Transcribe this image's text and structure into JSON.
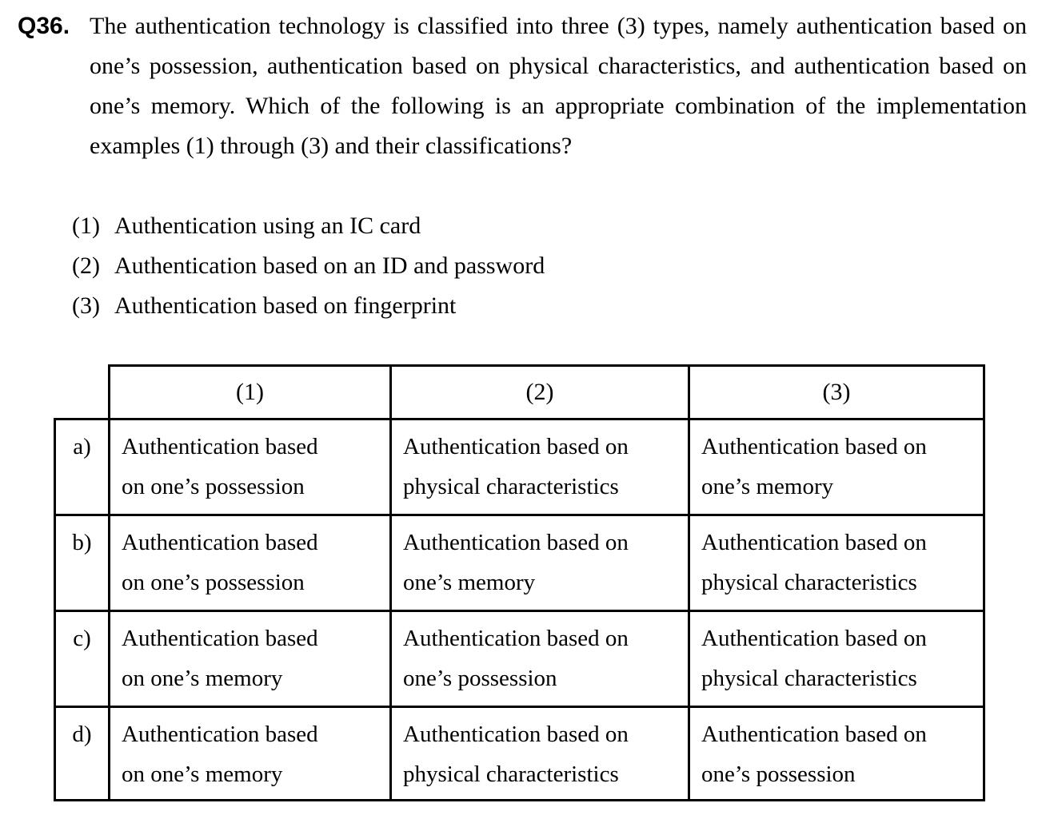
{
  "page": {
    "background": "#ffffff",
    "text_color": "#000000"
  },
  "question": {
    "number": "Q36.",
    "text": "The authentication technology is classified into three (3) types, namely authentication based on one’s possession, authentication based on physical characteristics, and authentication based on one’s memory. Which of the following is an appropriate combination of the implementation examples (1) through (3) and their classifications?"
  },
  "examples": [
    {
      "num": "(1)",
      "text": "Authentication using an IC card"
    },
    {
      "num": "(2)",
      "text": "Authentication based on an ID and password"
    },
    {
      "num": "(3)",
      "text": "Authentication based on fingerprint"
    }
  ],
  "answer_table": {
    "column_headers": [
      "(1)",
      "(2)",
      "(3)"
    ],
    "rows": [
      {
        "label": "a)",
        "cells": [
          "Authentication based\non one’s possession",
          "Authentication based on\nphysical characteristics",
          "Authentication based on\none’s memory"
        ]
      },
      {
        "label": "b)",
        "cells": [
          "Authentication based\non one’s possession",
          "Authentication based on\none’s memory",
          "Authentication based on\nphysical characteristics"
        ]
      },
      {
        "label": "c)",
        "cells": [
          "Authentication based\non one’s memory",
          "Authentication based on\none’s possession",
          "Authentication based on\nphysical characteristics"
        ]
      },
      {
        "label": "d)",
        "cells": [
          "Authentication based\non one’s memory",
          "Authentication based on\nphysical characteristics",
          "Authentication based on\none’s possession"
        ]
      }
    ]
  }
}
